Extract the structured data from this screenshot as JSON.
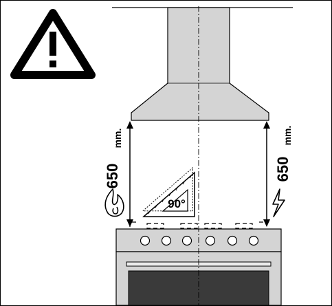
{
  "diagram": {
    "left_dimension": {
      "value": "650",
      "unit": "mm."
    },
    "right_dimension": {
      "value": "650",
      "unit": "mm."
    },
    "angle_label": "90°",
    "icons": {
      "warning": "warning-triangle-icon",
      "gas": "flame-icon",
      "electric": "lightning-bolt-icon"
    }
  }
}
